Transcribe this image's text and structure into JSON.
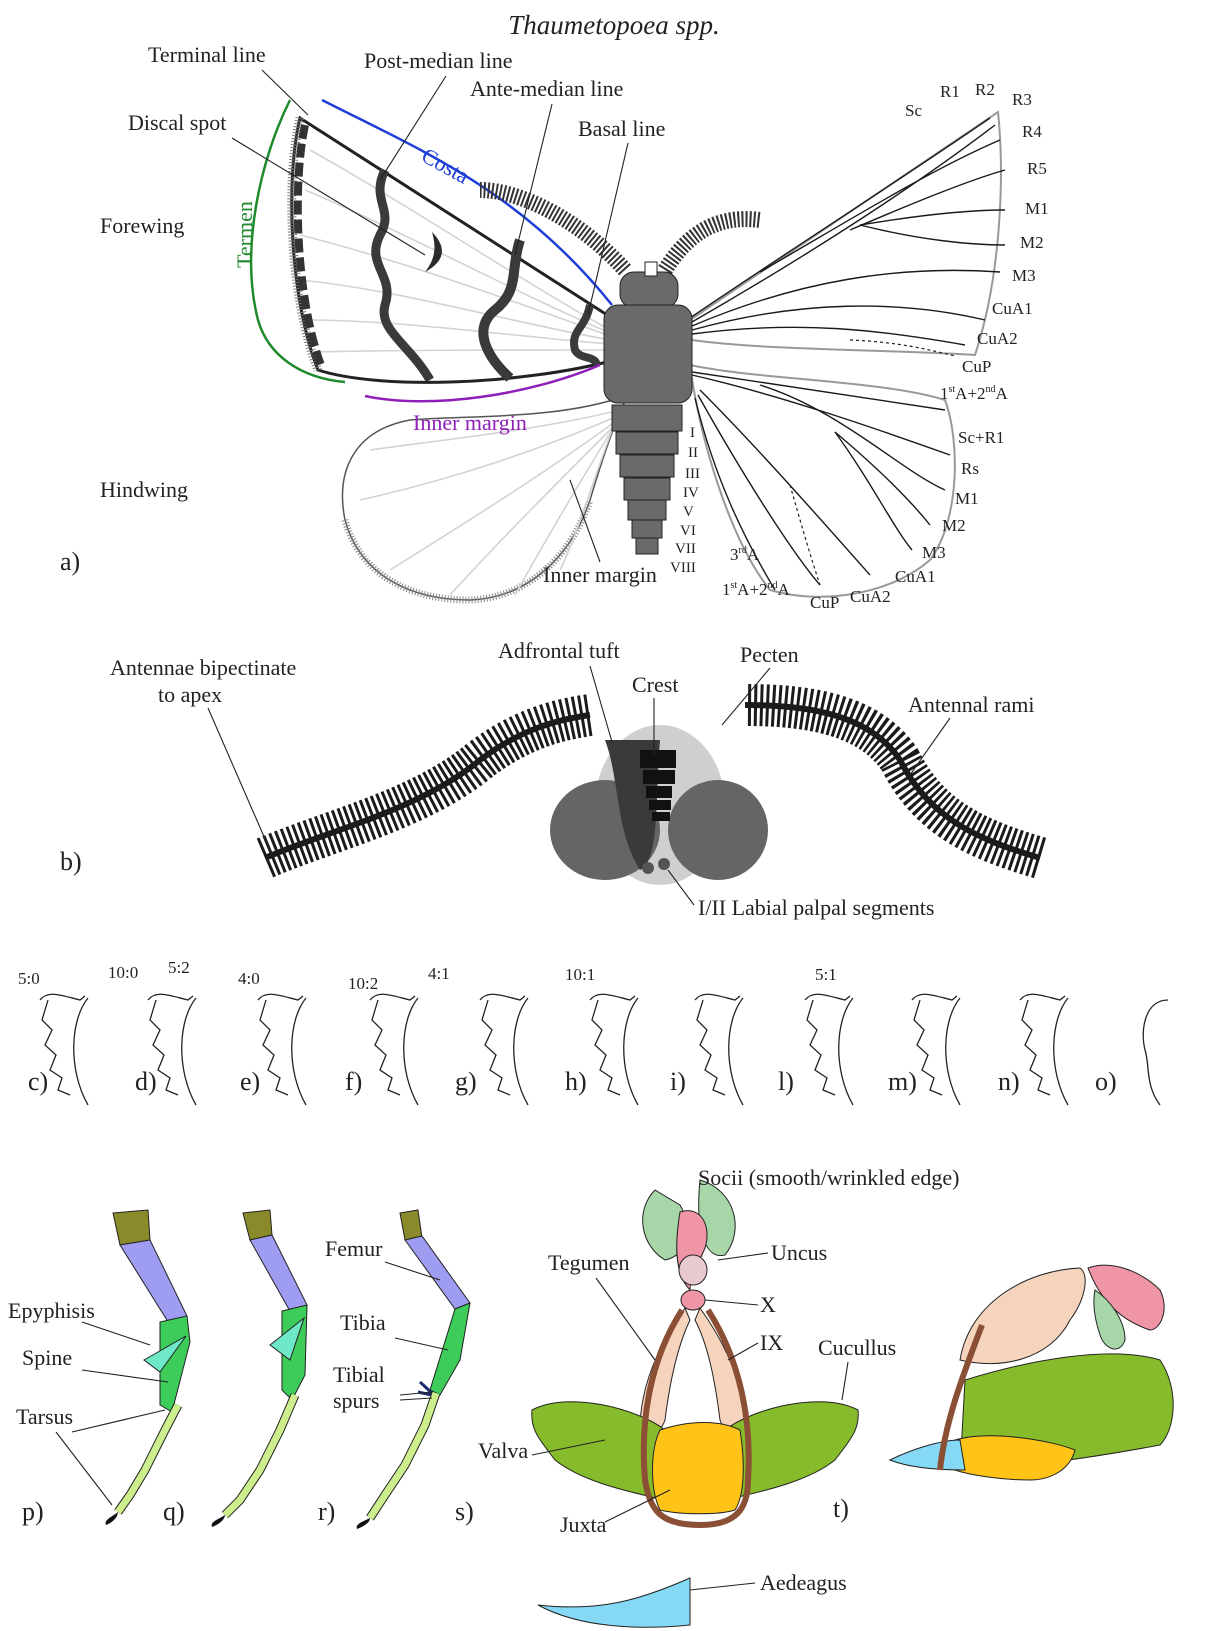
{
  "title": "Thaumetopoea spp.",
  "panels": {
    "a": "a)",
    "b": "b)",
    "c": "c)",
    "d": "d)",
    "e": "e)",
    "f": "f)",
    "g": "g)",
    "h": "h)",
    "i": "i)",
    "l": "l)",
    "m": "m)",
    "n": "n)",
    "o": "o)",
    "p": "p)",
    "q": "q)",
    "r": "r)",
    "s": "s)",
    "t": "t)"
  },
  "wing": {
    "terminal_line": "Terminal line",
    "post_median_line": "Post-median line",
    "ante_median_line": "Ante-median line",
    "basal_line": "Basal line",
    "discal_spot": "Discal spot",
    "forewing": "Forewing",
    "termen": "Termen",
    "costa": "Costa",
    "inner_margin_fw": "Inner margin",
    "hindwing": "Hindwing",
    "inner_margin_hw": "Inner margin"
  },
  "forewing_veins": [
    "Sc",
    "R1",
    "R2",
    "R3",
    "R4",
    "R5",
    "M1",
    "M2",
    "M3",
    "CuA1",
    "CuA2",
    "CuP"
  ],
  "forewing_anal": {
    "a": "1",
    "b": "st",
    "c": "A+2",
    "d": "nd",
    "e": "A"
  },
  "hindwing_veins": [
    "Sc+R1",
    "Rs",
    "M1",
    "M2",
    "M3",
    "CuA1",
    "CuA2",
    "CuP"
  ],
  "hindwing_anal": {
    "a": "1",
    "b": "st",
    "c": "A+2",
    "d": "nd",
    "e": "A"
  },
  "hindwing_third_anal": {
    "a": "3",
    "b": "rd",
    "c": "A"
  },
  "segments": [
    "I",
    "II",
    "III",
    "IV",
    "V",
    "VI",
    "VII",
    "VIII"
  ],
  "head": {
    "antennae_bipectinate_1": "Antennae bipectinate",
    "antennae_bipectinate_2": "to apex",
    "adfrontal_tuft": "Adfrontal tuft",
    "crest": "Crest",
    "pecten": "Pecten",
    "antennal_rami": "Antennal rami",
    "labial_palpal": "I/II Labial palpal segments"
  },
  "crest_ratios": [
    "5:0",
    "10:0",
    "5:2",
    "4:0",
    "10:2",
    "4:1",
    "10:1",
    "5:1"
  ],
  "legs": {
    "epyphisis": "Epyphisis",
    "spine": "Spine",
    "tarsus": "Tarsus",
    "femur": "Femur",
    "tibia": "Tibia",
    "tibial_spurs_1": "Tibial",
    "tibial_spurs_2": "spurs"
  },
  "genitalia": {
    "socii": "Socii (smooth/wrinkled edge)",
    "uncus": "Uncus",
    "tegumen": "Tegumen",
    "x": "X",
    "ix": "IX",
    "cucullus": "Cucullus",
    "valva": "Valva",
    "juxta": "Juxta",
    "aedeagus": "Aedeagus"
  },
  "colors": {
    "costa": "#1f3fd8",
    "termen": "#1f8a2c",
    "inner_margin": "#8e1fb8",
    "coxa": "#8a8a2a",
    "femur": "#9f9df2",
    "tibia": "#3dcc5a",
    "epiphysis": "#6fe8c8",
    "tarsus": "#cdee8c",
    "socii": "#a7d6a8",
    "uncus": "#ef95a5",
    "tegumen": "#f6d3bd",
    "valva": "#86bb2b",
    "juxta": "#ffc417",
    "aedeagus": "#86d9f4",
    "vinculum": "#8a4f34"
  }
}
